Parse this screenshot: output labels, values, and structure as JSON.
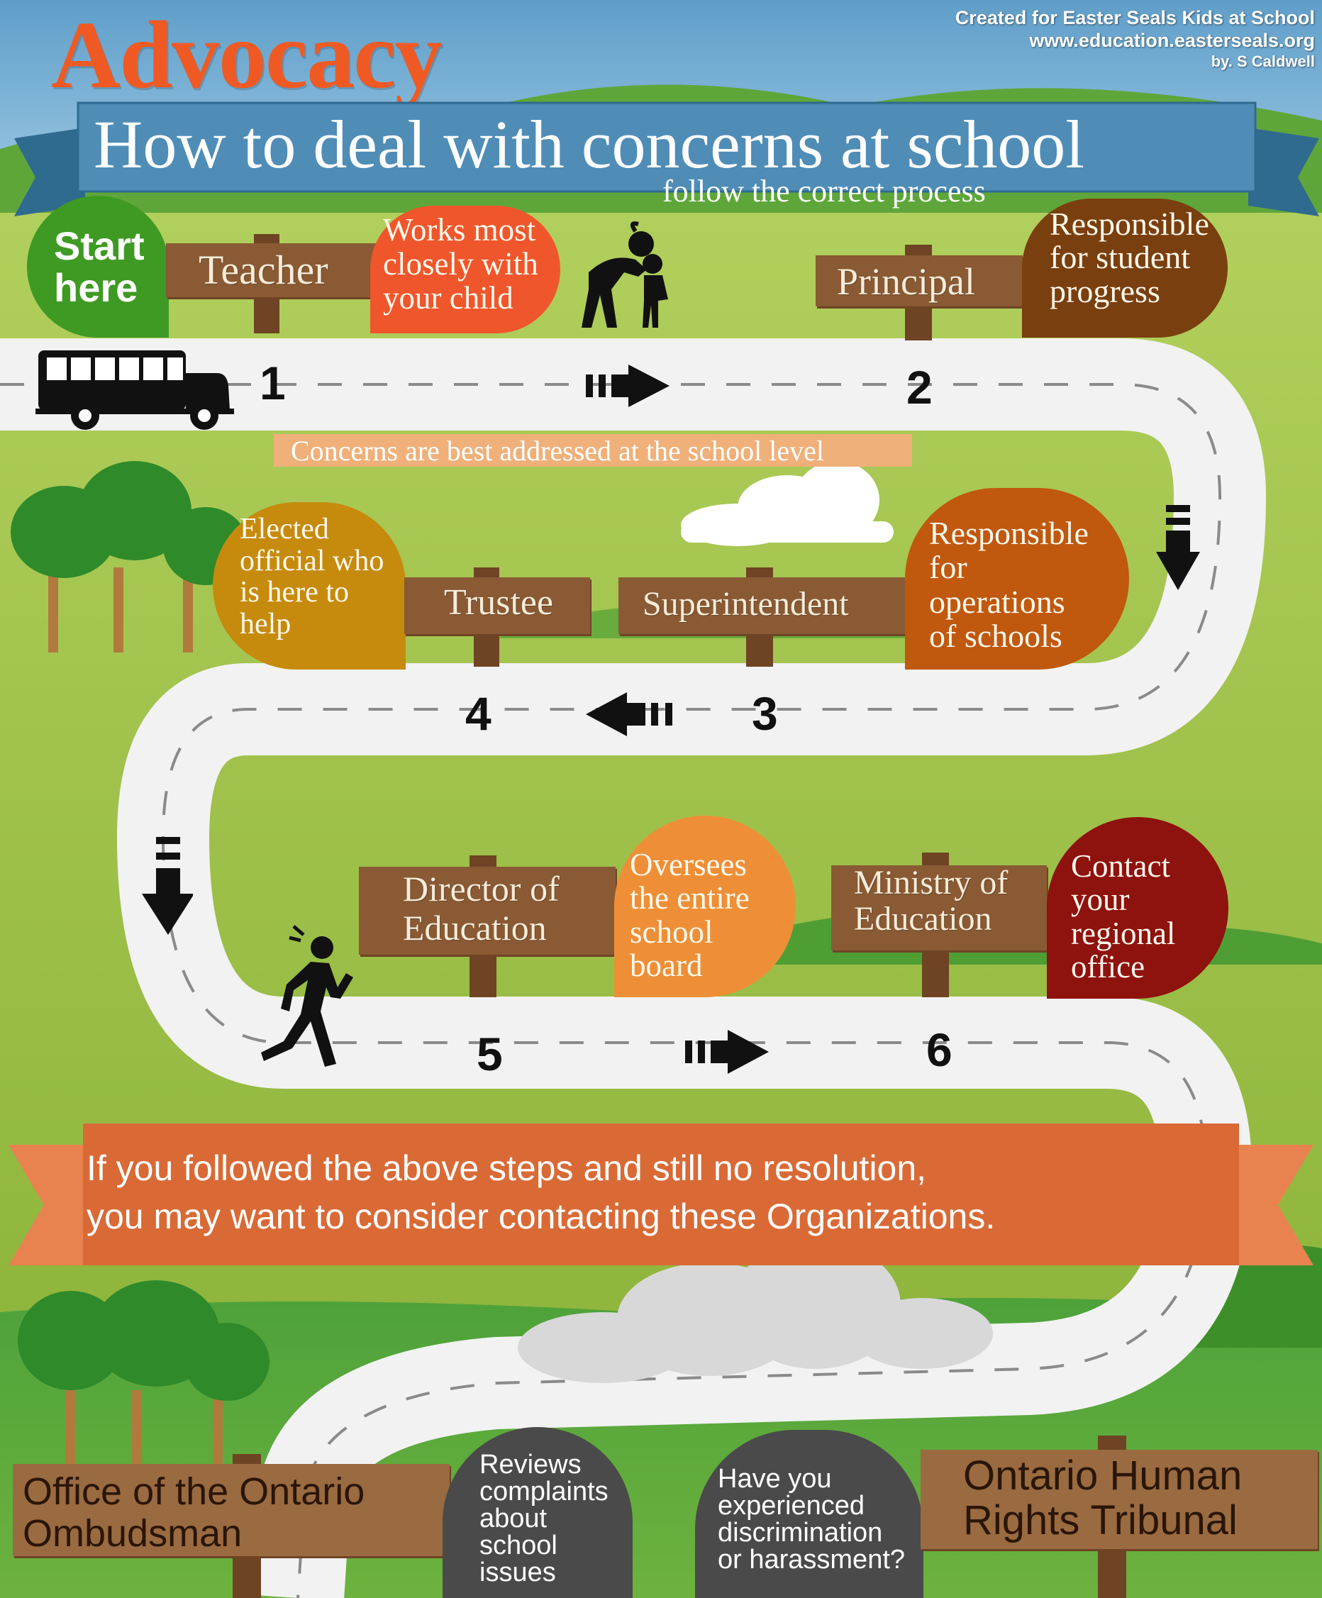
{
  "header": {
    "title": "Advocacy",
    "subtitle": "How to deal with concerns at school",
    "tagline": "follow the correct process",
    "credits": {
      "line1": "Created for Easter Seals Kids at School",
      "line2": "www.education.easterseals.org",
      "line3": "by. S Caldwell"
    }
  },
  "start": {
    "label_line1": "Start",
    "label_line2": "here"
  },
  "steps": [
    {
      "number": "1",
      "sign": "Teacher",
      "bubble": [
        "Works most",
        "closely with",
        "your child"
      ]
    },
    {
      "number": "2",
      "sign": "Principal",
      "bubble": [
        "Responsible",
        "for student",
        "progress"
      ]
    },
    {
      "number": "3",
      "sign": "Superintendent",
      "bubble": [
        "Responsible",
        "for",
        "operations",
        "of schools"
      ]
    },
    {
      "number": "4",
      "sign": "Trustee",
      "bubble": [
        "Elected",
        "official who",
        "is here to",
        "help"
      ]
    },
    {
      "number": "5",
      "sign_line1": "Director of",
      "sign_line2": "Education",
      "bubble": [
        "Oversees",
        "the entire",
        "school",
        "board"
      ]
    },
    {
      "number": "6",
      "sign_line1": "Ministry of",
      "sign_line2": "Education",
      "bubble": [
        "Contact",
        "your",
        "regional",
        "office"
      ]
    }
  ],
  "school_level_note": "Concerns are best addressed at the school level",
  "banner": {
    "line1": "If you followed the above steps and still no resolution,",
    "line2": "you may want to consider contacting these Organizations."
  },
  "organizations": [
    {
      "name_line1": "Office of the Ontario",
      "name_line2": "Ombudsman",
      "bubble": [
        "Reviews",
        "complaints",
        "about",
        "school",
        "issues"
      ]
    },
    {
      "name_line1": "Ontario Human",
      "name_line2": "Rights Tribunal",
      "bubble": [
        "Have you",
        "experienced",
        "discrimination",
        "or harassment?"
      ]
    }
  ],
  "icons": [
    "bus-icon",
    "adult-child-icon",
    "walking-person-icon",
    "arrow-right-icon",
    "arrow-left-icon",
    "arrow-down-icon",
    "tree-icon",
    "cloud-icon"
  ],
  "colors": {
    "sky": "#7fb4d6",
    "grass": "#9cc04a",
    "road": "#f2f2f2",
    "title_orange": "#ef5a24",
    "ribbon_blue": "#3f7fa8",
    "start_green": "#3f9a23",
    "sign_brown": "#8a5a34",
    "bubble_orange_red": "#f0562c",
    "bubble_dark_brown": "#7a3f0e",
    "bubble_rust": "#c0580e",
    "bubble_mustard": "#c68b0d",
    "bubble_orange": "#ee8f37",
    "bubble_dark_red": "#8e120e",
    "bubble_gray": "#4a4a4a",
    "banner_orange": "#e06f3b"
  }
}
